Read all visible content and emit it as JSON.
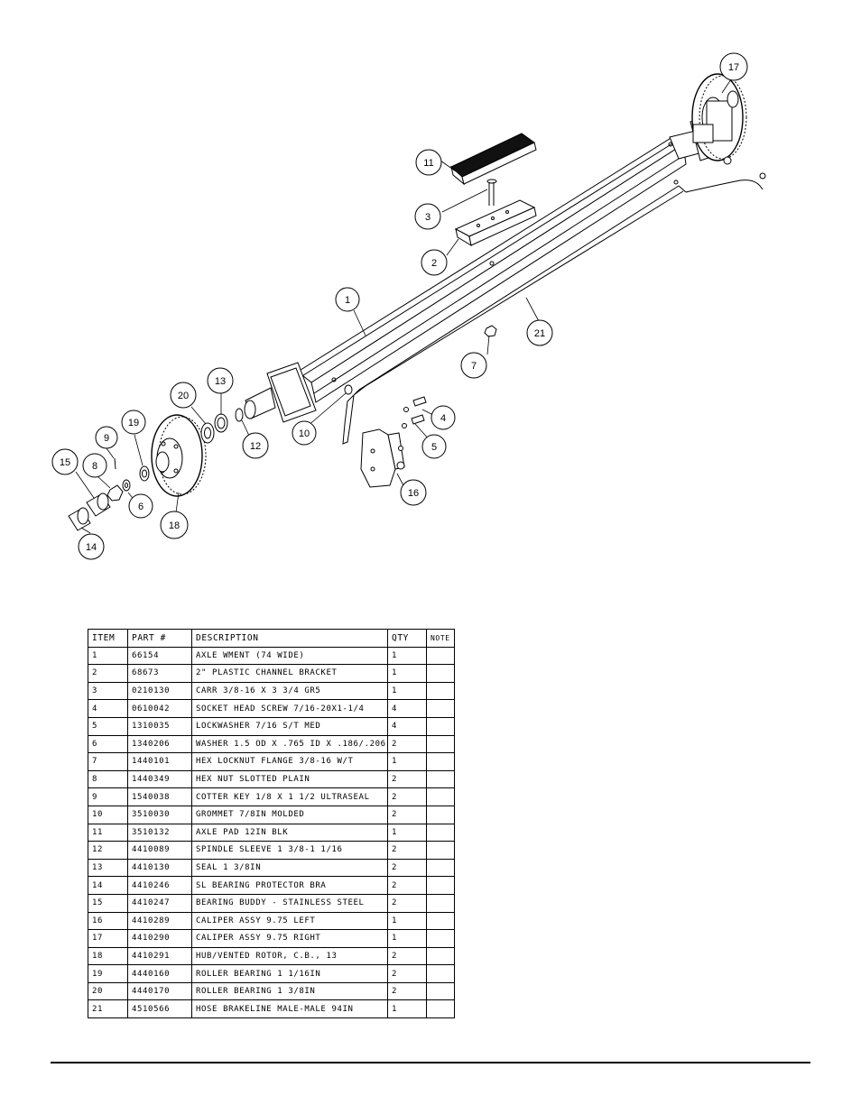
{
  "callouts": [
    "1",
    "2",
    "3",
    "4",
    "5",
    "6",
    "7",
    "8",
    "9",
    "10",
    "11",
    "12",
    "13",
    "14",
    "15",
    "16",
    "17",
    "18",
    "19",
    "20",
    "21"
  ],
  "table": {
    "headers": {
      "item": "ITEM",
      "part": "PART #",
      "description": "DESCRIPTION",
      "qty": "QTY",
      "note": "NOTE"
    },
    "rows": [
      {
        "item": "1",
        "part": "66154",
        "description": "AXLE WMENT (74 WIDE)",
        "qty": "1",
        "note": ""
      },
      {
        "item": "2",
        "part": "68673",
        "description": "2\" PLASTIC CHANNEL BRACKET",
        "qty": "1",
        "note": ""
      },
      {
        "item": "3",
        "part": "0210130",
        "description": "CARR 3/8-16 X 3 3/4 GR5",
        "qty": "1",
        "note": ""
      },
      {
        "item": "4",
        "part": "0610042",
        "description": "SOCKET HEAD SCREW 7/16-20X1-1/4",
        "qty": "4",
        "note": ""
      },
      {
        "item": "5",
        "part": "1310035",
        "description": "LOCKWASHER 7/16 S/T MED",
        "qty": "4",
        "note": ""
      },
      {
        "item": "6",
        "part": "1340206",
        "description": "WASHER 1.5 OD X .765 ID X .186/.206",
        "qty": "2",
        "note": ""
      },
      {
        "item": "7",
        "part": "1440101",
        "description": "HEX LOCKNUT FLANGE 3/8-16 W/T",
        "qty": "1",
        "note": ""
      },
      {
        "item": "8",
        "part": "1440349",
        "description": "HEX NUT SLOTTED PLAIN",
        "qty": "2",
        "note": ""
      },
      {
        "item": "9",
        "part": "1540038",
        "description": "COTTER KEY 1/8 X 1 1/2 ULTRASEAL",
        "qty": "2",
        "note": ""
      },
      {
        "item": "10",
        "part": "3510030",
        "description": "GROMMET  7/8IN MOLDED",
        "qty": "2",
        "note": ""
      },
      {
        "item": "11",
        "part": "3510132",
        "description": "AXLE PAD 12IN  BLK",
        "qty": "1",
        "note": ""
      },
      {
        "item": "12",
        "part": "4410089",
        "description": "SPINDLE SLEEVE  1 3/8-1 1/16",
        "qty": "2",
        "note": ""
      },
      {
        "item": "13",
        "part": "4410130",
        "description": "SEAL  1 3/8IN",
        "qty": "2",
        "note": ""
      },
      {
        "item": "14",
        "part": "4410246",
        "description": "SL BEARING PROTECTOR BRA",
        "qty": "2",
        "note": ""
      },
      {
        "item": "15",
        "part": "4410247",
        "description": "BEARING BUDDY - STAINLESS STEEL",
        "qty": "2",
        "note": ""
      },
      {
        "item": "16",
        "part": "4410289",
        "description": "CALIPER ASSY 9.75 LEFT",
        "qty": "1",
        "note": ""
      },
      {
        "item": "17",
        "part": "4410290",
        "description": "CALIPER ASSY 9.75 RIGHT",
        "qty": "1",
        "note": ""
      },
      {
        "item": "18",
        "part": "4410291",
        "description": "HUB/VENTED ROTOR, C.B.,  13",
        "qty": "2",
        "note": ""
      },
      {
        "item": "19",
        "part": "4440160",
        "description": "ROLLER BEARING   1 1/16IN",
        "qty": "2",
        "note": ""
      },
      {
        "item": "20",
        "part": "4440170",
        "description": "ROLLER BEARING   1 3/8IN",
        "qty": "2",
        "note": ""
      },
      {
        "item": "21",
        "part": "4510566",
        "description": "HOSE BRAKELINE MALE-MALE 94IN",
        "qty": "1",
        "note": ""
      }
    ]
  }
}
